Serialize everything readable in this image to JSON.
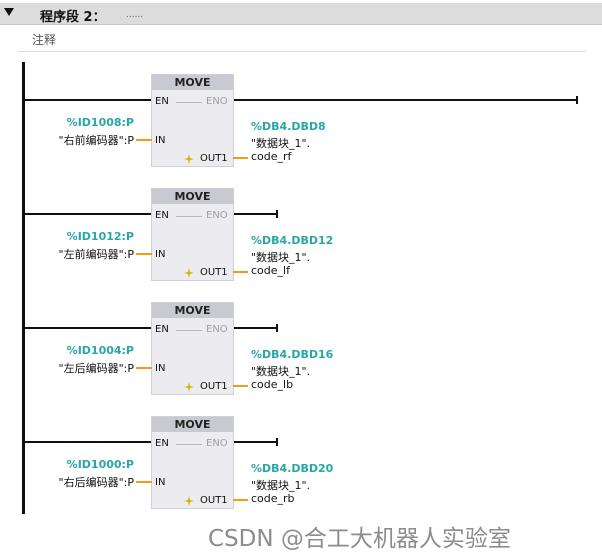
{
  "network": {
    "title": "程序段 2：",
    "dots": "......",
    "comment_label": "注释"
  },
  "blocks": [
    {
      "title": "MOVE",
      "en": "EN",
      "eno": "ENO",
      "in": "IN",
      "out": "OUT1",
      "in_addr": "%ID1008:P",
      "in_name": "\"右前编码器\":P",
      "out_addr": "%DB4.DBD8",
      "out_db": "\"数据块_1\".",
      "out_var": "code_rf"
    },
    {
      "title": "MOVE",
      "en": "EN",
      "eno": "ENO",
      "in": "IN",
      "out": "OUT1",
      "in_addr": "%ID1012:P",
      "in_name": "\"左前编码器\":P",
      "out_addr": "%DB4.DBD12",
      "out_db": "\"数据块_1\".",
      "out_var": "code_lf"
    },
    {
      "title": "MOVE",
      "en": "EN",
      "eno": "ENO",
      "in": "IN",
      "out": "OUT1",
      "in_addr": "%ID1004:P",
      "in_name": "\"左后编码器\":P",
      "out_addr": "%DB4.DBD16",
      "out_db": "\"数据块_1\".",
      "out_var": "code_lb"
    },
    {
      "title": "MOVE",
      "en": "EN",
      "eno": "ENO",
      "in": "IN",
      "out": "OUT1",
      "in_addr": "%ID1000:P",
      "in_name": "\"右后编码器\":P",
      "out_addr": "%DB4.DBD20",
      "out_db": "\"数据块_1\".",
      "out_var": "code_rb"
    }
  ],
  "watermark": "CSDN @合工大机器人实验室",
  "colors": {
    "operand": "#2aa6a6",
    "wire": "#f39c12",
    "box": "#ececf0",
    "box_header": "#c9cad1"
  }
}
